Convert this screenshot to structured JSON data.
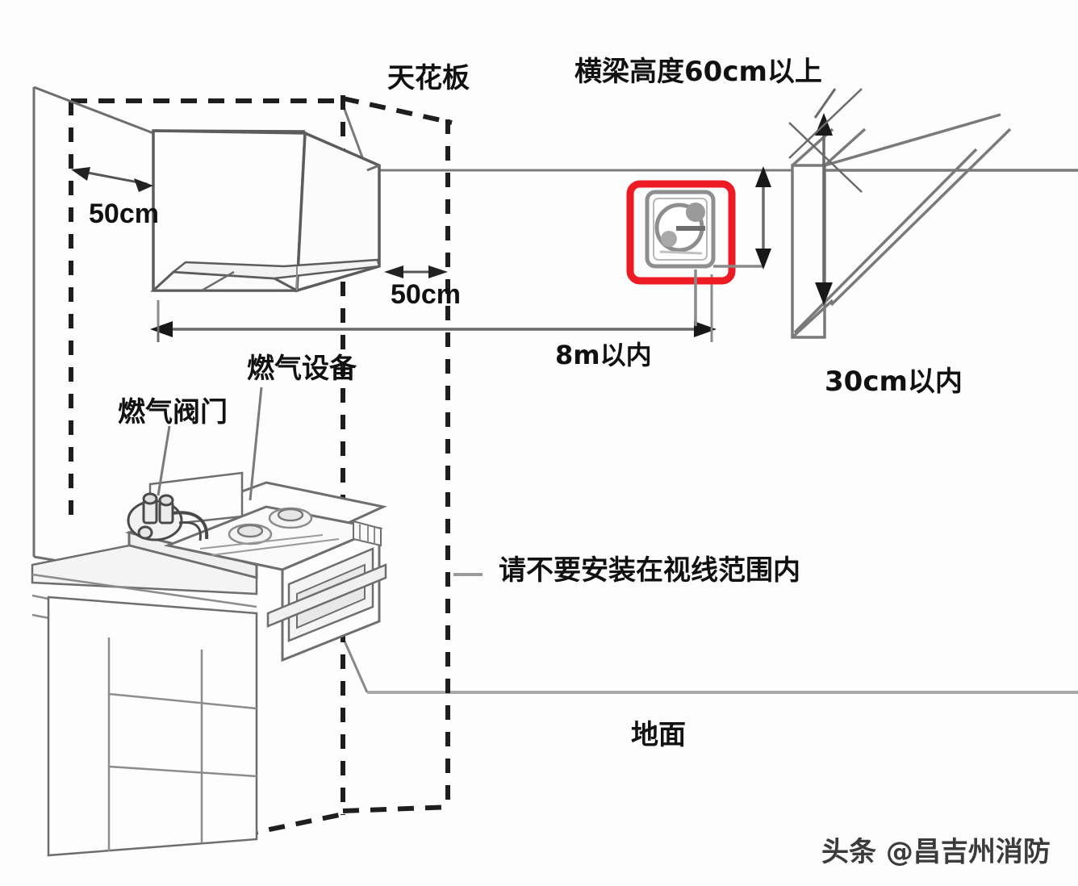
{
  "diagram": {
    "title_labels": {
      "ceiling": "天花板",
      "beam_height": "横梁高度60cm以上",
      "floor": "地面"
    },
    "dimension_labels": {
      "hood_left_clearance": "50cm",
      "hood_right_clearance": "50cm",
      "detector_distance": "8m以内",
      "beam_clearance": "30cm以内"
    },
    "component_labels": {
      "gas_equipment": "燃气设备",
      "gas_valve": "燃气阀门"
    },
    "warnings": {
      "line_of_sight": "请不要安装在视线范围内"
    },
    "highlight": {
      "name": "gas-detector",
      "color": "#ED1C24"
    },
    "colors": {
      "line": "#6e6e6e",
      "line_dark": "#4a4a4a",
      "dashed": "#222222",
      "text": "#111111",
      "accent": "#ED1C24",
      "background": "#fdfdfd"
    }
  },
  "watermark": {
    "text": "头条 @昌吉州消防"
  }
}
